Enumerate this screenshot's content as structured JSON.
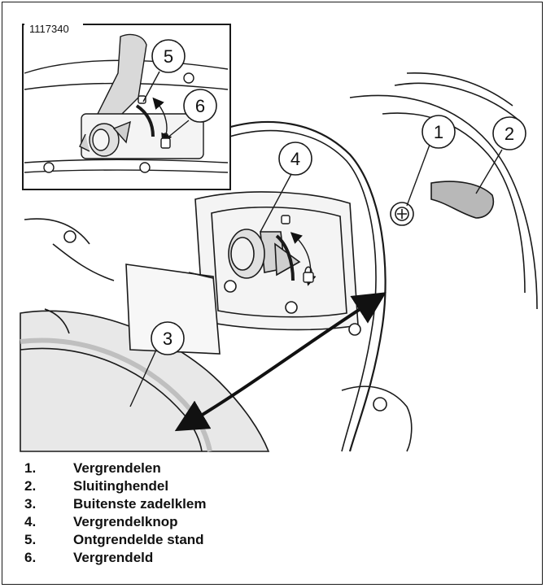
{
  "figure_id": "1117340",
  "callouts": [
    "1",
    "2",
    "3",
    "4",
    "5",
    "6"
  ],
  "legend": [
    {
      "num": "1.",
      "label": "Vergrendelen"
    },
    {
      "num": "2.",
      "label": "Sluitinghendel"
    },
    {
      "num": "3.",
      "label": "Buitenste zadelklem"
    },
    {
      "num": "4.",
      "label": "Vergrendelknop"
    },
    {
      "num": "5.",
      "label": "Ontgrendelde stand"
    },
    {
      "num": "6.",
      "label": "Vergrendeld"
    }
  ],
  "colors": {
    "line": "#1a1a1a",
    "shade_light": "#e6e6e6",
    "shade_mid": "#c9c9c9",
    "shade_dark": "#9a9a9a"
  }
}
